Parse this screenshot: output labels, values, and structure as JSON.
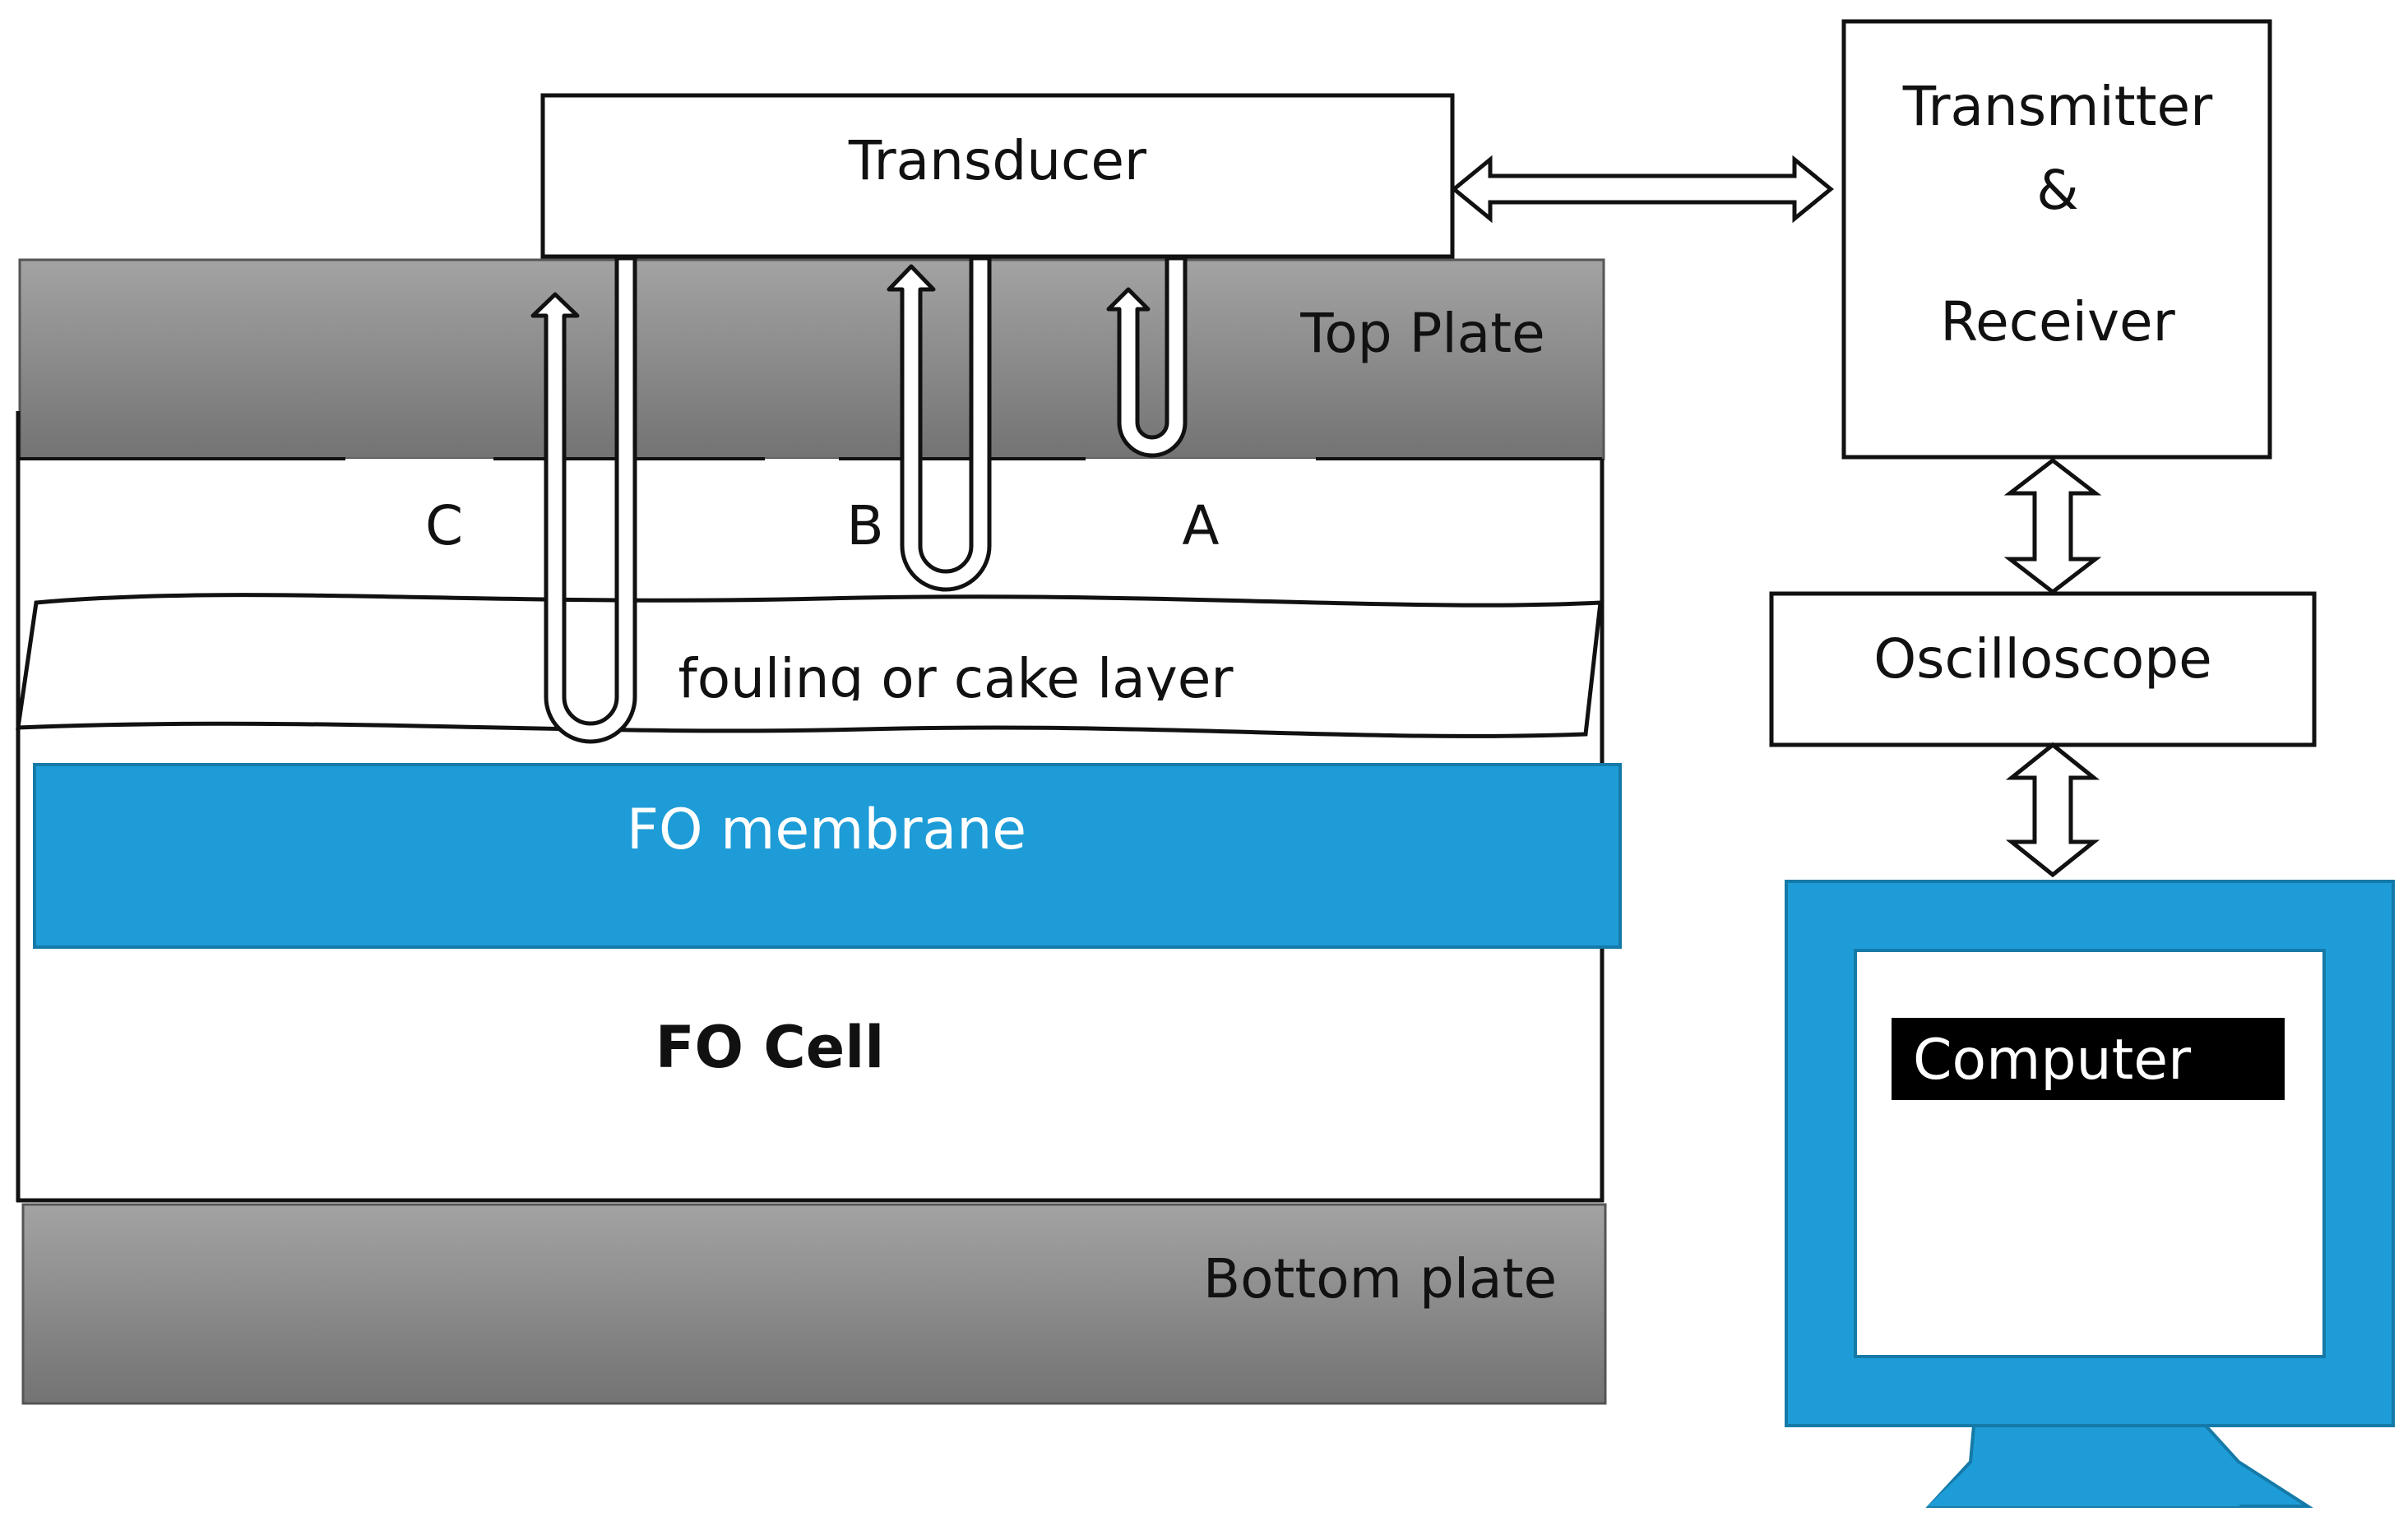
{
  "diagram": {
    "transducer": "Transducer",
    "transmitter_line1": "Transmitter",
    "transmitter_line2": "&",
    "transmitter_line3": "Receiver",
    "oscilloscope": "Oscilloscope",
    "computer": "Computer",
    "top_plate": "Top Plate",
    "bottom_plate": "Bottom plate",
    "fouling_layer": "fouling or cake layer",
    "fo_membrane": "FO membrane",
    "fo_cell": "FO Cell",
    "probe_a": "A",
    "probe_b": "B",
    "probe_c": "C"
  },
  "colors": {
    "membrane_blue": "#1e9cd7",
    "monitor_blue": "#1e9cd7",
    "plate_gray_light": "#a3a3a3",
    "plate_gray_dark": "#767676",
    "line": "#111111"
  }
}
